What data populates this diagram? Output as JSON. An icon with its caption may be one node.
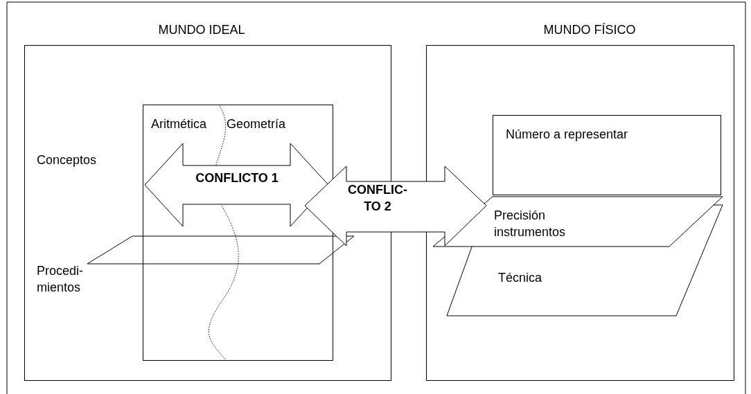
{
  "diagram": {
    "nodes": [
      {
        "text": [
          "MUNDO IDEAL",
          "Conceptos",
          "Procedi- mientos"
        ]
      },
      {
        "text": [
          "Aritmética",
          "Geometría"
        ],
        "in": 0
      },
      {
        "text": [
          "CONFLICTO 1"
        ],
        "in": 1
      },
      {
        "text": [],
        "shape": "parallelogram",
        "in": 0
      },
      {
        "text": [
          "MUNDO FÍSICO"
        ]
      },
      {
        "text": [
          "Número a representar"
        ],
        "in": 4
      },
      {
        "text": [
          "Precisión instrumentos"
        ],
        "in": 4
      },
      {
        "text": [
          "Técnica"
        ],
        "in": 4
      },
      {
        "text": [
          "CONFLIC- TO 2"
        ]
      }
    ]
  }
}
